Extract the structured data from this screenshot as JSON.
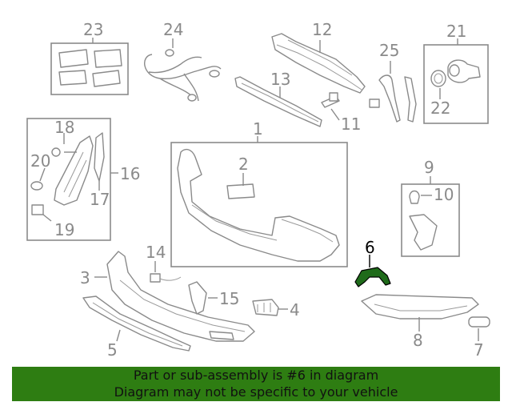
{
  "diagram": {
    "callouts": {
      "c1": "1",
      "c2": "2",
      "c3": "3",
      "c4": "4",
      "c5": "5",
      "c6": "6",
      "c7": "7",
      "c8": "8",
      "c9": "9",
      "c10": "10",
      "c11": "11",
      "c12": "12",
      "c13": "13",
      "c14": "14",
      "c15": "15",
      "c16": "16",
      "c17": "17",
      "c18": "18",
      "c19": "19",
      "c20": "20",
      "c21": "21",
      "c22": "22",
      "c23": "23",
      "c24": "24",
      "c25": "25"
    },
    "highlighted_part": "6",
    "colors": {
      "line": "#8a8a8a",
      "highlight": "#1f6b1a",
      "banner": "#2e7d12",
      "text": "#111111"
    }
  },
  "banner": {
    "line1": "Part or sub-assembly is #6 in diagram",
    "line2": "Diagram may not be specific to your vehicle"
  }
}
